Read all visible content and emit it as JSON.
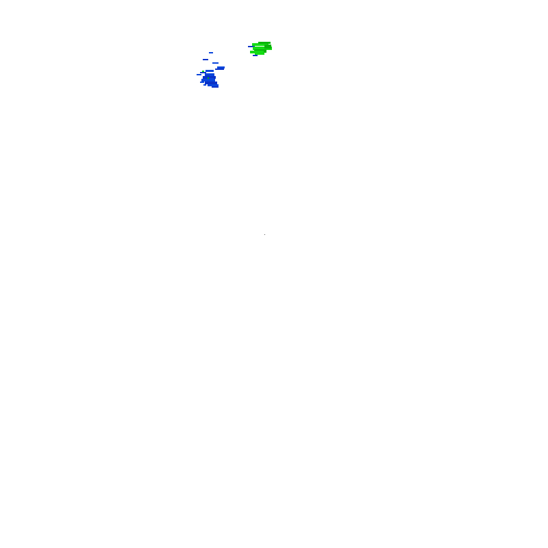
{
  "background_color": "#ffffff",
  "colors": {
    "blue_cluster": "#0a46dc",
    "blue_dark": "#0a32c8",
    "green_cluster": "#14dc14",
    "green_dark": "#0ab40a",
    "center_dot": "#555555"
  },
  "layers": [
    {
      "name": "blue-cluster",
      "color_key": "blue_cluster"
    },
    {
      "name": "green-cluster",
      "color_key": "green_cluster"
    }
  ]
}
